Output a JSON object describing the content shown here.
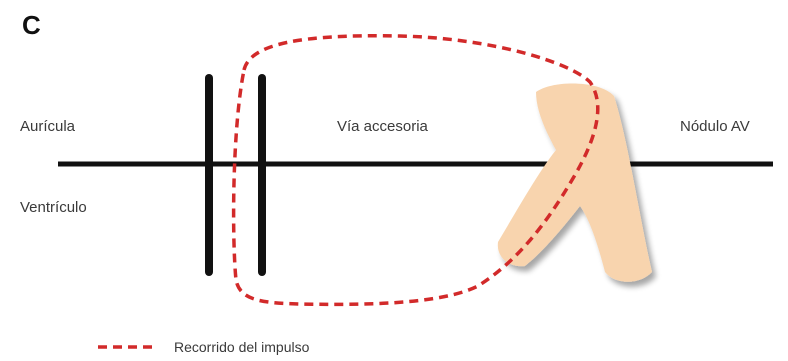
{
  "panel_letter": "C",
  "labels": {
    "atrium": "Aurícula",
    "ventricle": "Ventrículo",
    "accessory_pathway": "Vía accesoria",
    "av_node": "Nódulo AV"
  },
  "legend": {
    "impulse_path": "Recorrido del impulso"
  },
  "colors": {
    "line": "#111111",
    "impulse": "#d22a2a",
    "node": "#f8d4ae",
    "node_shadow": "#c9b29a",
    "text": "#3a3a3a"
  }
}
